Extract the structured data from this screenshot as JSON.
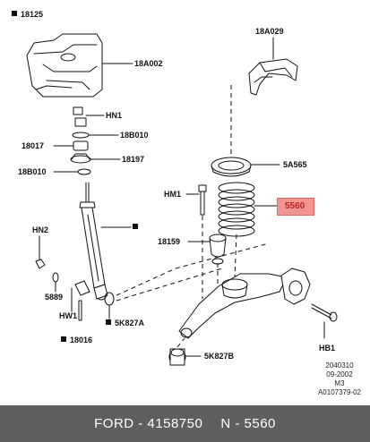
{
  "parts": {
    "top_left": "18125",
    "bracket": "18A002",
    "mount": "18A029",
    "hn1": "HN1",
    "b18b010_top": "18B010",
    "p18017": "18017",
    "p18197": "18197",
    "p18b010": "18B010",
    "spring_seat": "5A565",
    "hm1": "HM1",
    "spring": "5560",
    "bump": "18159",
    "hn2": "HN2",
    "p5889": "5889",
    "hw1": "HW1",
    "p18016": "18016",
    "bush_a": "5K827A",
    "bush_b": "5K827B",
    "hb1": "HB1"
  },
  "reference": [
    "2040310",
    "09-2002",
    "M3",
    "A0107379-02"
  ],
  "footer": {
    "brand_part": "FORD - 4158750",
    "number": "N - 5560"
  },
  "colors": {
    "highlight": "#f19592",
    "highlight_text": "#b82622",
    "footer_bg": "#5f5f5f"
  }
}
